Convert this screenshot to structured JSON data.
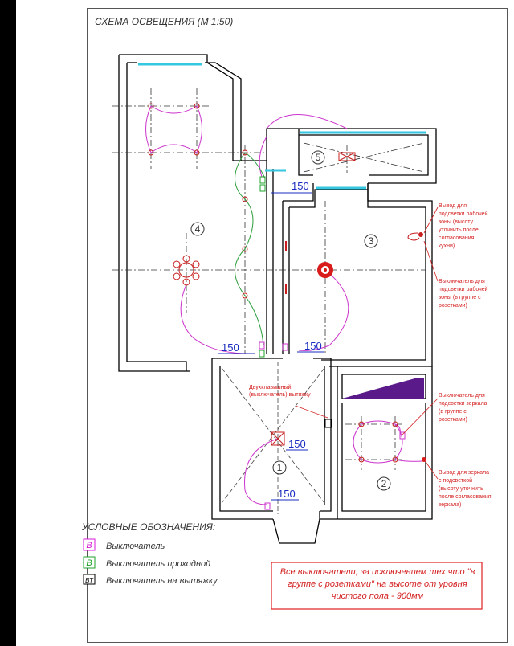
{
  "title": "СХЕМА ОСВЕЩЕНИЯ (М 1:50)",
  "rooms": [
    "1",
    "2",
    "3",
    "4",
    "5"
  ],
  "dimensions": [
    "150",
    "150",
    "150",
    "150",
    "150"
  ],
  "notes": {
    "kitchen_work_light_output": "Вывод для подсветки рабочей зоны (высоту уточнить после согласования кухни)",
    "kitchen_work_switch": "Выключатель для подсветки рабочей зоны (в группе с розетками)",
    "double_switch": "Двухклавишный (выключатель) вытяжку",
    "mirror_switch": "Выключатель для подсветки зеркала (в группе с розетками)",
    "mirror_output": "Вывод для зеркала с подсветкой (высоту уточнить после согласования зеркала)"
  },
  "legend": {
    "heading": "УСЛОВНЫЕ ОБОЗНАЧЕНИЯ:",
    "items": [
      {
        "symbol": "В",
        "label": "Выключатель",
        "color": "#d91ad9"
      },
      {
        "symbol": "В",
        "label": "Выключатель проходной",
        "color": "#1fa32a"
      },
      {
        "symbol": "ВТ",
        "label": "Выключатель на вытяжку",
        "color": "#000000"
      }
    ]
  },
  "footnote": "Все выключатели, за исключением тех что \"в группе с розетками\" на высоте от уровня чистого пола - 900мм",
  "colors": {
    "wall": "#000000",
    "switch_wire": "#cc33cc",
    "passthrough_wire": "#2a9d3a",
    "annotation": "#d42020",
    "dimension": "#1a2cc0",
    "window": "#35c6e0"
  }
}
